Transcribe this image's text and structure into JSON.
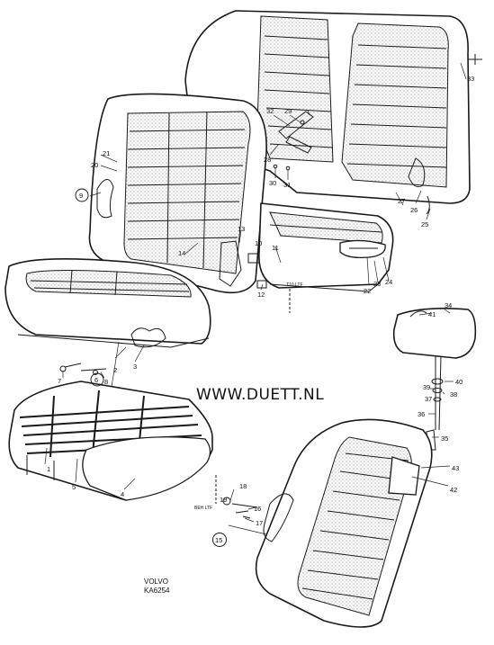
{
  "watermark": "WWW.DUETT.NL",
  "credit": {
    "brand": "VOLVO",
    "code": "KA6254"
  },
  "small_labels": {
    "t10_left": "T10 LTF",
    "right_left": "BEH LTF"
  },
  "callouts": {
    "c1": "1",
    "c2": "2",
    "c3": "3",
    "c4": "4",
    "c5": "5",
    "c6": "6",
    "c7": "7",
    "c8": "8",
    "c9": "9",
    "c10": "10",
    "c11": "11",
    "c12": "12",
    "c13": "13",
    "c14": "14",
    "c15": "15",
    "c16": "16",
    "c17": "17",
    "c18": "18",
    "c19": "19",
    "c20": "20",
    "c21": "21",
    "c22": "22",
    "c23": "23",
    "c24": "24",
    "c25": "25",
    "c26": "26",
    "c27": "27",
    "c28": "28",
    "c29": "29",
    "c30": "30",
    "c31": "31",
    "c32": "32",
    "c33": "33",
    "c34": "34",
    "c35": "35",
    "c36": "36",
    "c37": "37",
    "c38": "38",
    "c39": "39",
    "c40": "40",
    "c41": "41",
    "c42": "42",
    "c43": "43"
  }
}
